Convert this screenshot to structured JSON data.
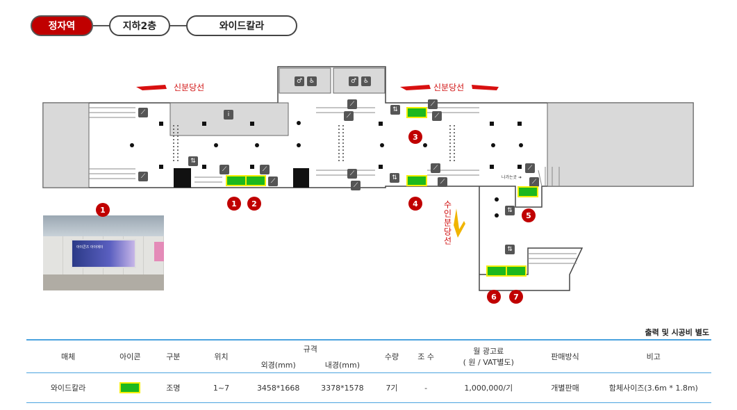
{
  "breadcrumb": {
    "station": "정자역",
    "floor": "지하2층",
    "media": "와이드칼라"
  },
  "map": {
    "direction_left": "신분당선",
    "direction_right": "신분당선",
    "direction_down": "수인분당선",
    "exit_label": "나가는곳",
    "markers": [
      "1",
      "2",
      "3",
      "4",
      "5",
      "6",
      "7"
    ],
    "photo_marker": "1",
    "photo_text": "아이콘즈 아이에이"
  },
  "table": {
    "note": "출력 및 시공비 별도",
    "headers": {
      "media": "매체",
      "icon": "아이콘",
      "category": "구분",
      "location": "위치",
      "spec": "규격",
      "outer": "외경(mm)",
      "inner": "내경(mm)",
      "qty": "수량",
      "faces": "조 수",
      "price_line1": "월 광고료",
      "price_line2": "( 원 / VAT별도)",
      "sale": "판매방식",
      "remark": "비고"
    },
    "row": {
      "media": "와이드칼라",
      "category": "조명",
      "location": "1~7",
      "outer": "3458*1668",
      "inner": "3378*1578",
      "qty": "7기",
      "faces": "-",
      "price": "1,000,000/기",
      "sale": "개별판매",
      "remark": "함체사이즈(3.6m * 1.8m)"
    }
  },
  "colors": {
    "active": "#c00000",
    "ad_fill": "#1db81d",
    "ad_border": "#f5ef00",
    "table_line": "#4aa3df"
  }
}
